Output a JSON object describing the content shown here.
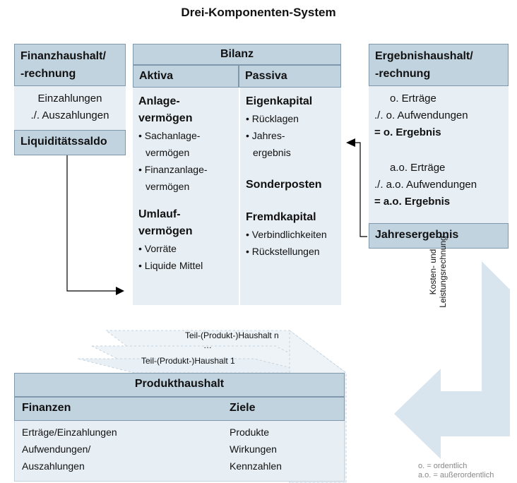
{
  "title": "Drei-Komponenten-System",
  "finanz": {
    "header": "Finanzhaushalt/\n-rechnung",
    "line1": "Einzahlungen",
    "line2": "./. Auszahlungen",
    "saldo": "Liquiditätssaldo"
  },
  "bilanz": {
    "header": "Bilanz",
    "aktiva": "Aktiva",
    "passiva": "Passiva",
    "anlage_title": "Anlage-\nvermögen",
    "anlage_items": [
      "Sachanlage-\nvermögen",
      "Finanzanlage-\nvermögen"
    ],
    "umlauf_title": "Umlauf-\nvermögen",
    "umlauf_items": [
      "Vorräte",
      "Liquide Mittel"
    ],
    "eigen_title": "Eigenkapital",
    "eigen_items": [
      "Rücklagen",
      "Jahres-\nergebnis"
    ],
    "sonder_title": "Sonderposten",
    "fremd_title": "Fremdkapital",
    "fremd_items": [
      "Verbindlichkeiten",
      "Rückstellungen"
    ]
  },
  "ergebnis": {
    "header": "Ergebnishaushalt/\n-rechnung",
    "o_ertraege": "o. Erträge",
    "o_aufw": "./. o. Aufwendungen",
    "o_ergebnis": "= o. Ergebnis",
    "ao_ertraege": "a.o. Erträge",
    "ao_aufw": "./. a.o. Aufwendungen",
    "ao_ergebnis": "= a.o. Ergebnis",
    "jahres": "Jahresergebnis"
  },
  "teil": {
    "n": "Teil-(Produkt-)Haushalt n",
    "dots": "…",
    "one": "Teil-(Produkt-)Haushalt 1"
  },
  "kosten": "Kosten- und\nLeistungsrechnung",
  "produkt": {
    "header": "Produkthaushalt",
    "finanzen": "Finanzen",
    "ziele": "Ziele",
    "fin_items": [
      "Erträge/Einzahlungen",
      "Aufwendungen/",
      "Auszahlungen"
    ],
    "ziel_items": [
      "Produkte",
      "Wirkungen",
      "Kennzahlen"
    ]
  },
  "legend": [
    "o. = ordentlich",
    "a.o. = außerordentlich"
  ],
  "colors": {
    "header": "#c2d3e0",
    "light": "#e7eef4",
    "border": "#7f98ab"
  }
}
